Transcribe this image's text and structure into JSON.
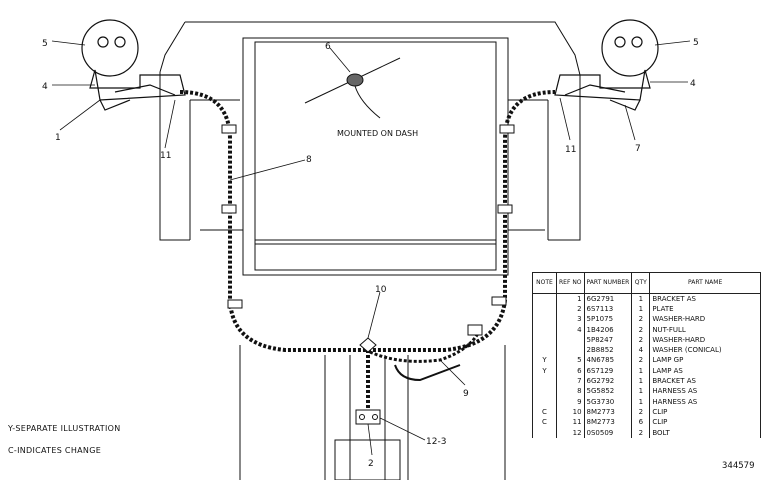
{
  "diagram": {
    "mount_label": "MOUNTED ON DASH",
    "callouts": [
      {
        "id": "5-left",
        "text": "5"
      },
      {
        "id": "4-left",
        "text": "4"
      },
      {
        "id": "1-left",
        "text": "1"
      },
      {
        "id": "11-left",
        "text": "11"
      },
      {
        "id": "6-top",
        "text": "6"
      },
      {
        "id": "8-mid",
        "text": "8"
      },
      {
        "id": "10-center",
        "text": "10"
      },
      {
        "id": "9-right",
        "text": "9"
      },
      {
        "id": "5-right",
        "text": "5"
      },
      {
        "id": "4-right",
        "text": "4"
      },
      {
        "id": "11-right",
        "text": "11"
      },
      {
        "id": "7-right",
        "text": "7"
      },
      {
        "id": "12-3-bottom",
        "text": "12-3"
      },
      {
        "id": "2-bottom",
        "text": "2"
      }
    ]
  },
  "notes": {
    "y_note": "Y-SEPARATE ILLUSTRATION",
    "c_note": "C-INDICATES CHANGE"
  },
  "drawing_number": "344579",
  "parts_table": {
    "headers": {
      "note": "NOTE",
      "ref_no": "REF NO",
      "part_number": "PART NUMBER",
      "qty": "QTY",
      "part_name": "PART NAME"
    },
    "rows": [
      {
        "note": "",
        "ref": "1",
        "part": "6G2791",
        "qty": "1",
        "name": "BRACKET AS"
      },
      {
        "note": "",
        "ref": "2",
        "part": "6S7113",
        "qty": "1",
        "name": "PLATE"
      },
      {
        "note": "",
        "ref": "3",
        "part": "5P1075",
        "qty": "2",
        "name": "WASHER-HARD"
      },
      {
        "note": "",
        "ref": "4",
        "part": "1B4206",
        "qty": "2",
        "name": "NUT-FULL"
      },
      {
        "note": "",
        "ref": "",
        "part": "5P8247",
        "qty": "2",
        "name": "WASHER-HARD"
      },
      {
        "note": "",
        "ref": "",
        "part": "2B8852",
        "qty": "4",
        "name": "WASHER (CONICAL)"
      },
      {
        "note": "Y",
        "ref": "5",
        "part": "4N6785",
        "qty": "2",
        "name": "LAMP GP"
      },
      {
        "note": "Y",
        "ref": "6",
        "part": "6S7129",
        "qty": "1",
        "name": "LAMP AS"
      },
      {
        "note": "",
        "ref": "7",
        "part": "6G2792",
        "qty": "1",
        "name": "BRACKET AS"
      },
      {
        "note": "",
        "ref": "8",
        "part": "5G5852",
        "qty": "1",
        "name": "HARNESS AS"
      },
      {
        "note": "",
        "ref": "9",
        "part": "5G3730",
        "qty": "1",
        "name": "HARNESS AS"
      },
      {
        "note": "C",
        "ref": "10",
        "part": "8M2773",
        "qty": "2",
        "name": "CLIP"
      },
      {
        "note": "C",
        "ref": "11",
        "part": "8M2773",
        "qty": "6",
        "name": "CLIP"
      },
      {
        "note": "",
        "ref": "12",
        "part": "0S0509",
        "qty": "2",
        "name": "BOLT"
      }
    ]
  }
}
